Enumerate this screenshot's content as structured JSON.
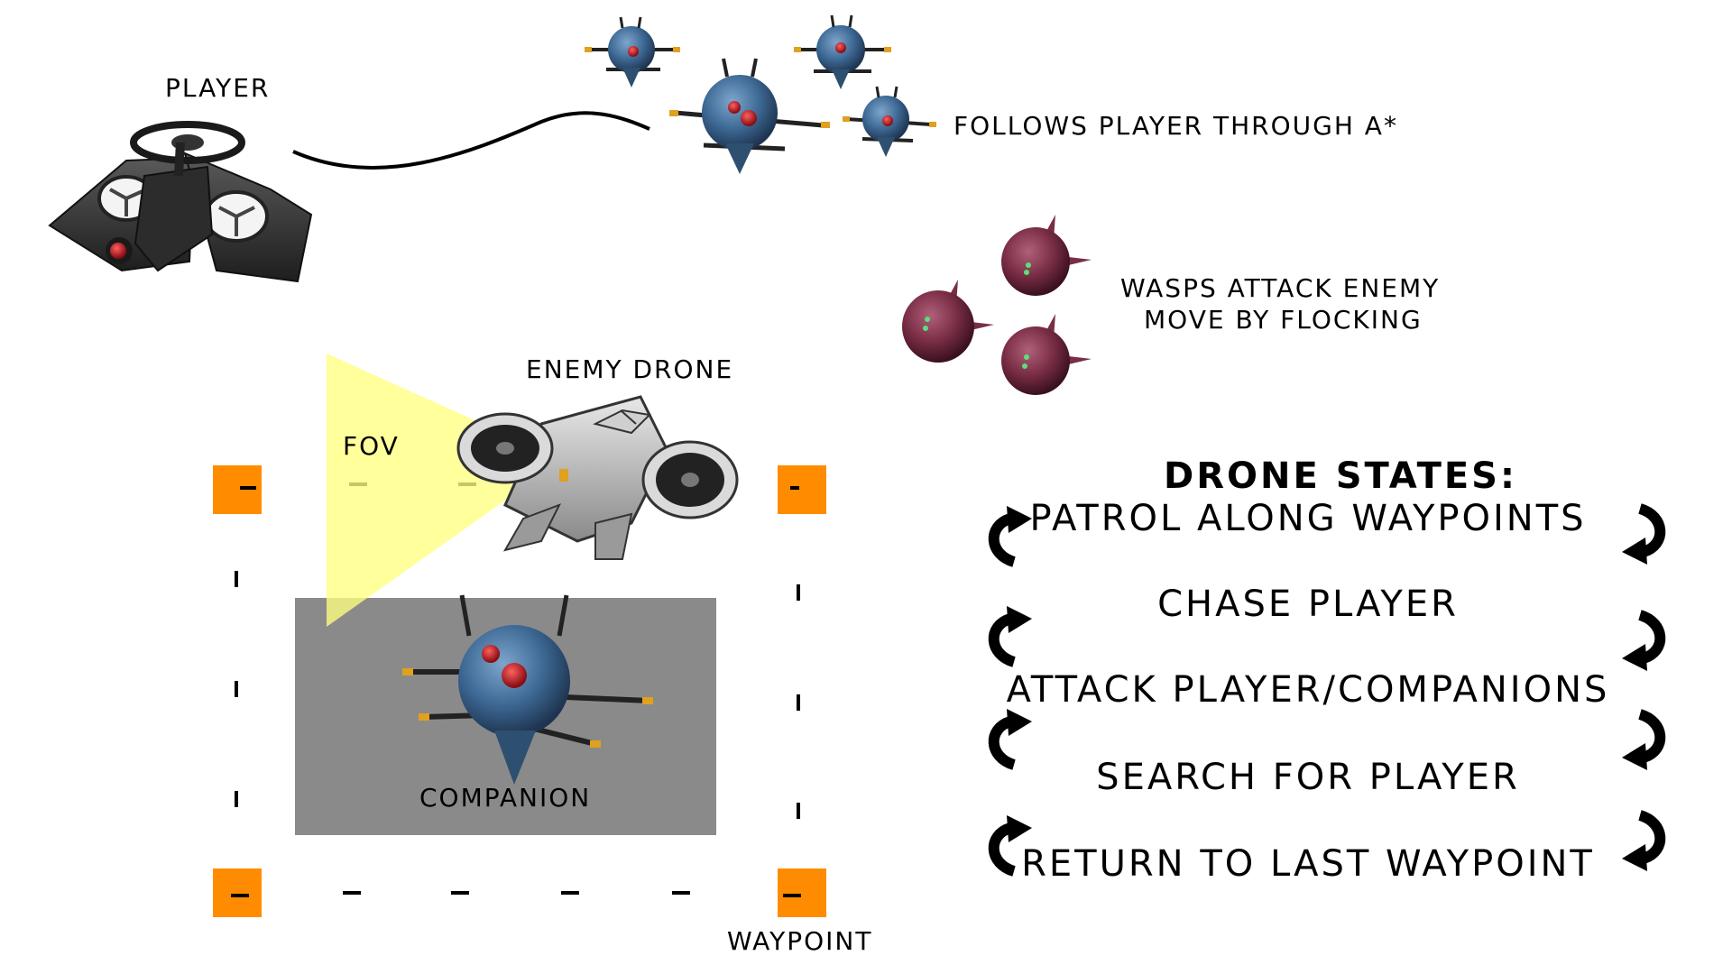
{
  "labels": {
    "player": "PLAYER",
    "follows": "FOLLOWS PLAYER THROUGH A*",
    "wasps_line1": "WASPS ATTACK ENEMY",
    "wasps_line2": "MOVE BY FLOCKING",
    "enemy_drone": "ENEMY DRONE",
    "fov": "FOV",
    "companion": "COMPANION",
    "waypoint": "WAYPOINT"
  },
  "drone_states": {
    "title": "DRONE STATES:",
    "items": [
      "PATROL ALONG WAYPOINTS",
      "CHASE PLAYER",
      "ATTACK PLAYER/COMPANIONS",
      "SEARCH FOR PLAYER",
      "RETURN TO LAST WAYPOINT"
    ]
  },
  "colors": {
    "waypoint_marker": "#FF8C00",
    "fov_cone": "#FFFF80",
    "companion_zone": "#8A8A8A",
    "companion_body": "#3E6A96",
    "wasp_body": "#7A2E45",
    "player_drone": "#3A3A3A",
    "enemy_drone": "#B8B8B8",
    "red_eye": "#C0202A"
  },
  "icons": {
    "cycle_arrow": "curved-arrow-icon"
  }
}
